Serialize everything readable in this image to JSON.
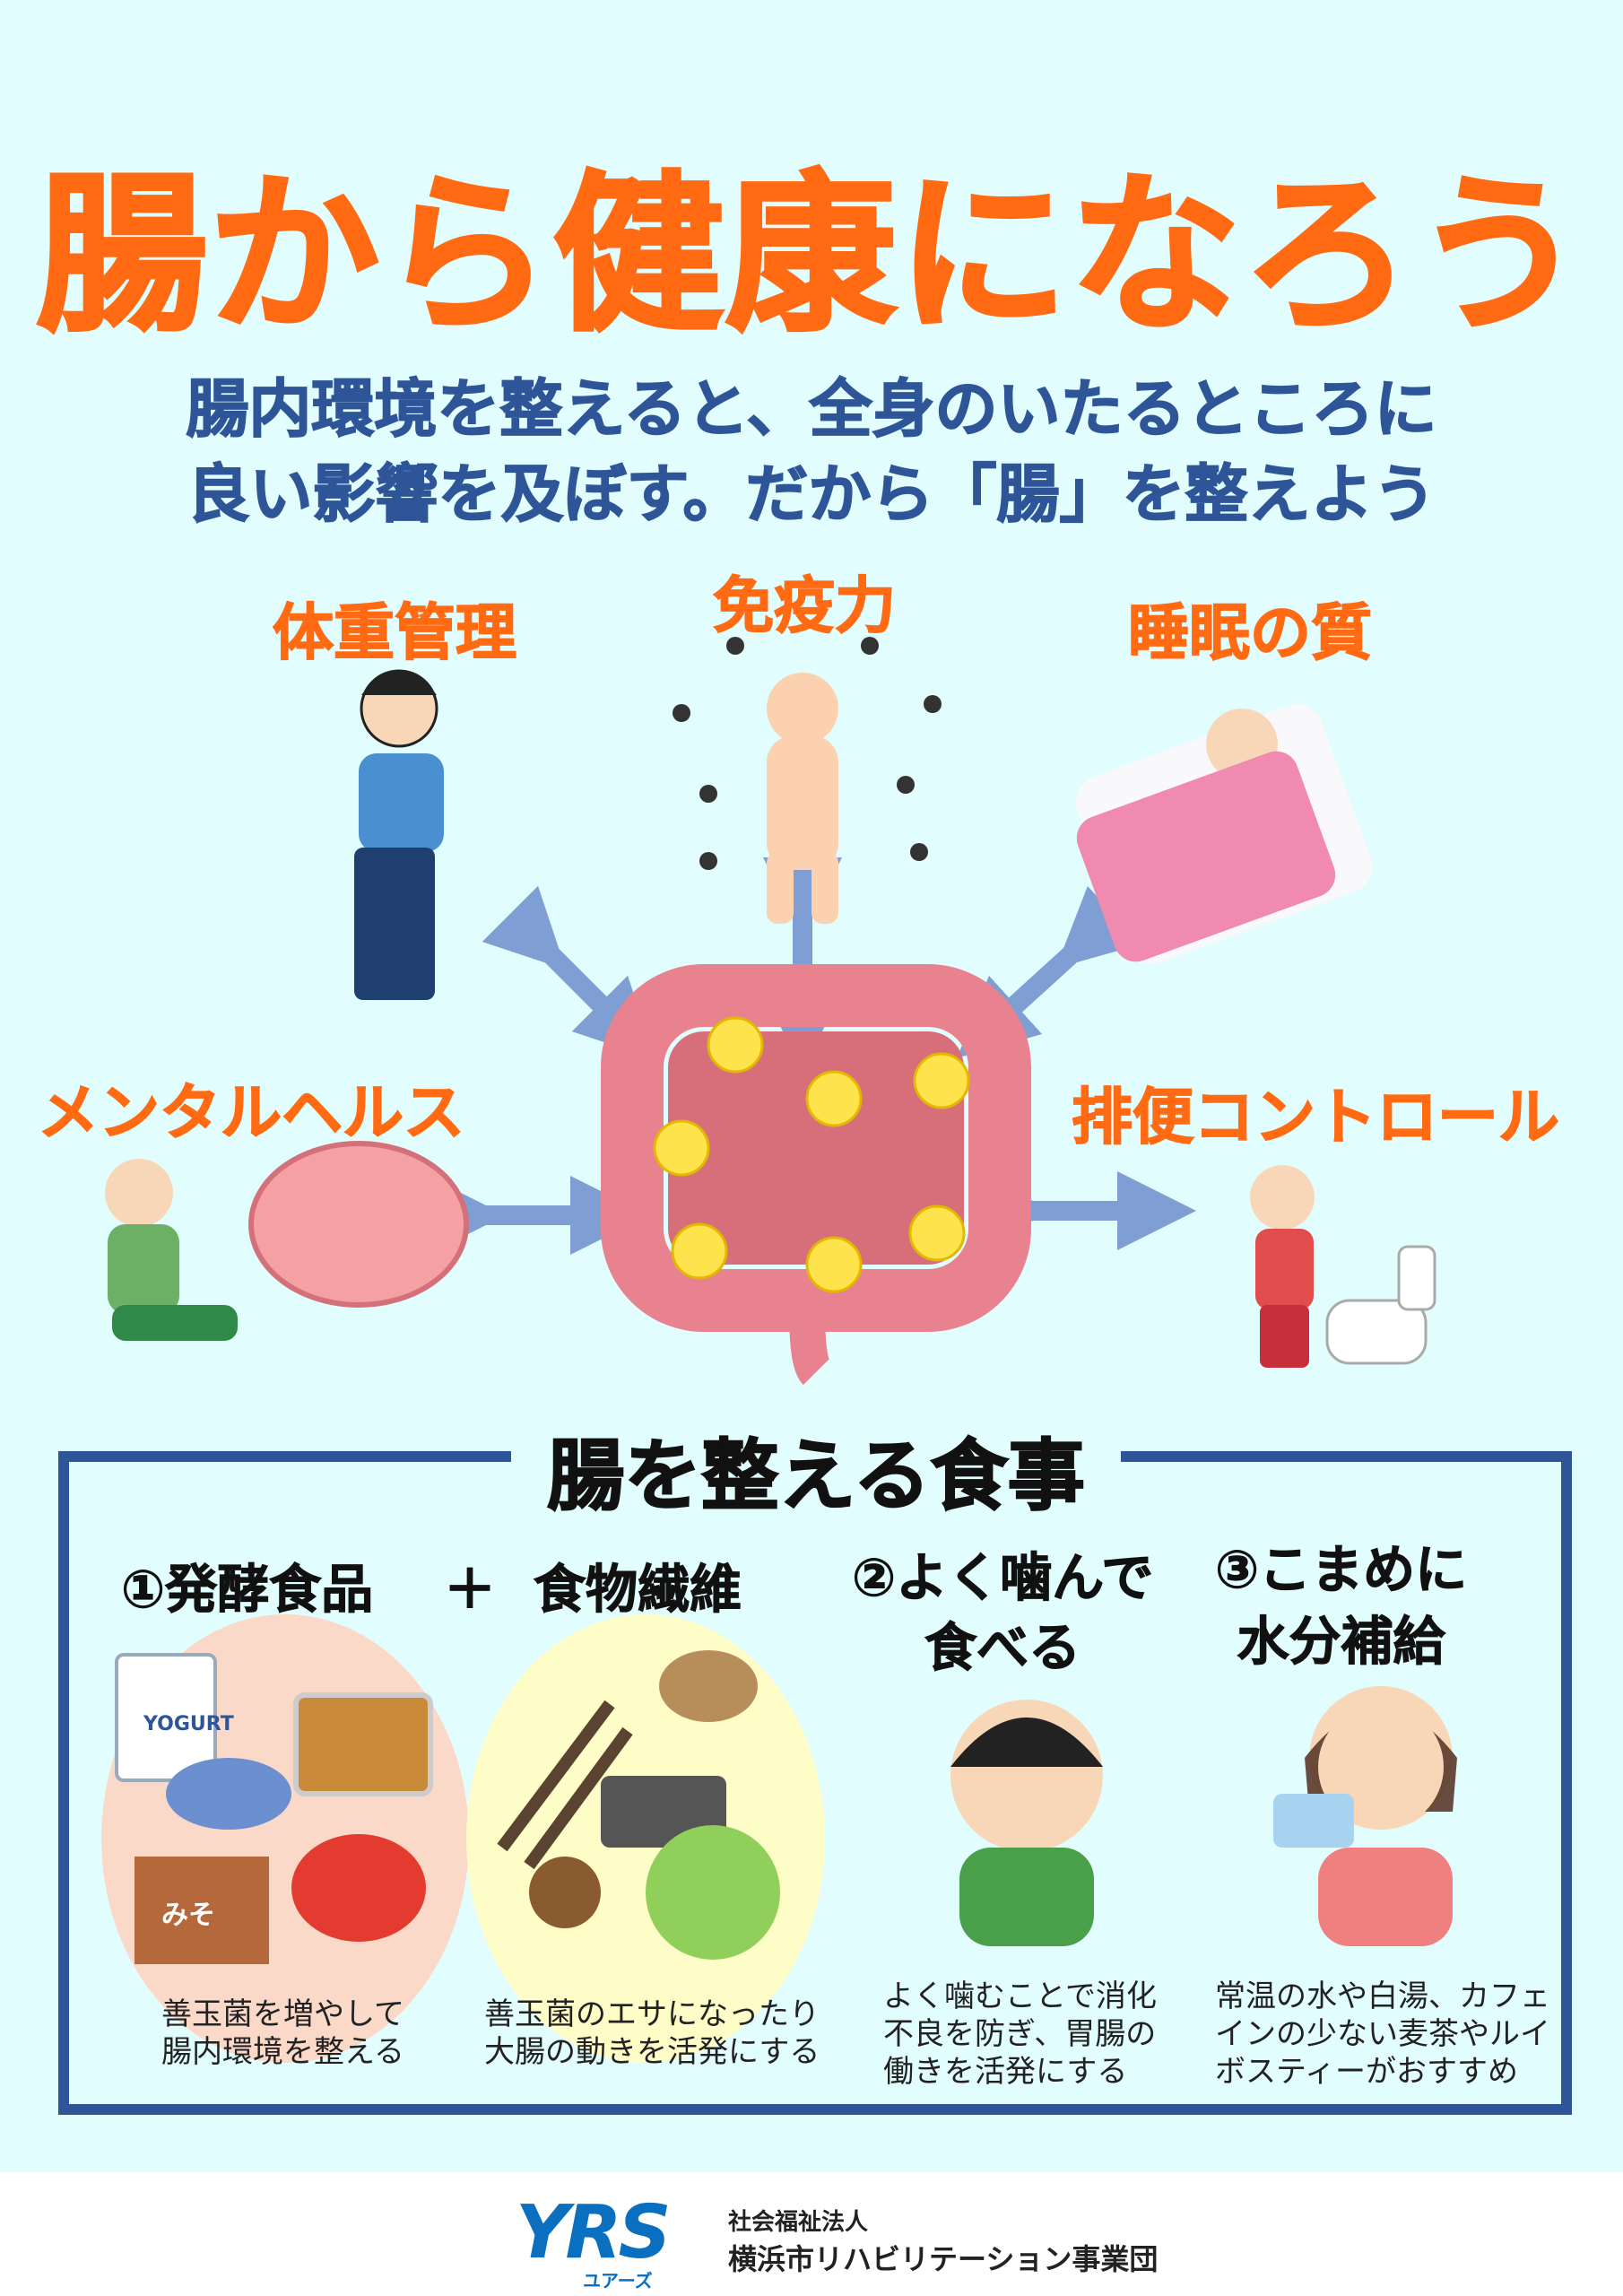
{
  "title": "腸から健康になろう",
  "subtitle": [
    "腸内環境を整えると、全身のいたるところに",
    "良い影響を及ぼす。だから「腸」を整えよう"
  ],
  "benefits": [
    "体重管理",
    "免疫力",
    "睡眠の質",
    "メンタルヘルス",
    "排便コントロール"
  ],
  "meals": {
    "title": "腸を整える食事",
    "items": [
      {
        "heading": "①発酵食品",
        "desc": "善玉菌を増やして\n腸内環境を整える"
      },
      {
        "heading": "＋",
        "desc": ""
      },
      {
        "heading": "食物繊維",
        "desc": "善玉菌のエサになったり\n大腸の動きを活発にする"
      },
      {
        "heading": "②よく噛んで\n食べる",
        "desc": "よく噛むことで消化\n不良を防ぎ、胃腸の\n働きを活発にする"
      },
      {
        "heading": "③こまめに\n水分補給",
        "desc": "常温の水や白湯、カフェ\nインの少ない麦茶やルイ\nボスティーがおすすめ"
      }
    ],
    "food_labels": {
      "yogurt": "YOGURT",
      "miso": "みそ"
    }
  },
  "footer": {
    "logo": "YRS",
    "logo_kana": "ユアーズ",
    "org_type": "社会福祉法人",
    "org_name": "横浜市リハビリテーション事業団"
  },
  "colors": {
    "title": "#ff6a12",
    "navy": "#2e5597",
    "bg": "#e2fdfe"
  }
}
